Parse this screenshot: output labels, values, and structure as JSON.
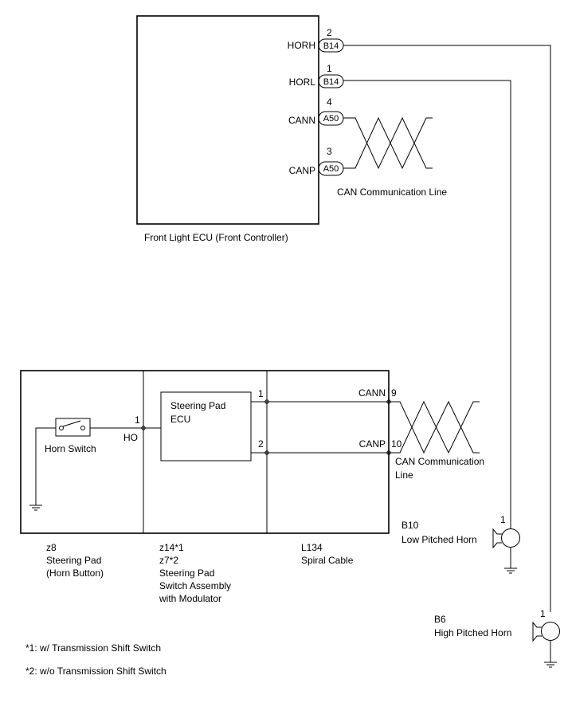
{
  "front_ecu": {
    "caption": "Front Light ECU (Front Controller)",
    "pins": [
      {
        "name": "HORH",
        "num": "2",
        "connector": "B14"
      },
      {
        "name": "HORL",
        "num": "1",
        "connector": "B14"
      },
      {
        "name": "CANN",
        "num": "4",
        "connector": "A50"
      },
      {
        "name": "CANP",
        "num": "3",
        "connector": "A50"
      }
    ],
    "can_label": "CAN Communication Line"
  },
  "steering": {
    "horn_switch_label": "Horn Switch",
    "ho_pin_num": "1",
    "ho_label": "HO",
    "ecu_label_line1": "Steering Pad",
    "ecu_label_line2": "ECU",
    "ecu_pin_top": "1",
    "ecu_pin_bottom": "2",
    "cann_label": "CANN",
    "cann_num": "9",
    "canp_label": "CANP",
    "canp_num": "10",
    "can_label_line1": "CAN Communication",
    "can_label_line2": "Line"
  },
  "captions": {
    "z8": [
      "z8",
      "Steering Pad",
      "(Horn Button)"
    ],
    "z14": [
      "z14*1",
      "z7*2",
      "Steering Pad",
      "Switch Assembly",
      "with Modulator"
    ],
    "l134": [
      "L134",
      "Spiral Cable"
    ]
  },
  "horns": {
    "low": {
      "code": "B10",
      "name": "Low Pitched Horn",
      "pin": "1"
    },
    "high": {
      "code": "B6",
      "name": "High Pitched Horn",
      "pin": "1"
    }
  },
  "footnotes": [
    "*1: w/ Transmission Shift Switch",
    "*2: w/o Transmission Shift Switch"
  ]
}
